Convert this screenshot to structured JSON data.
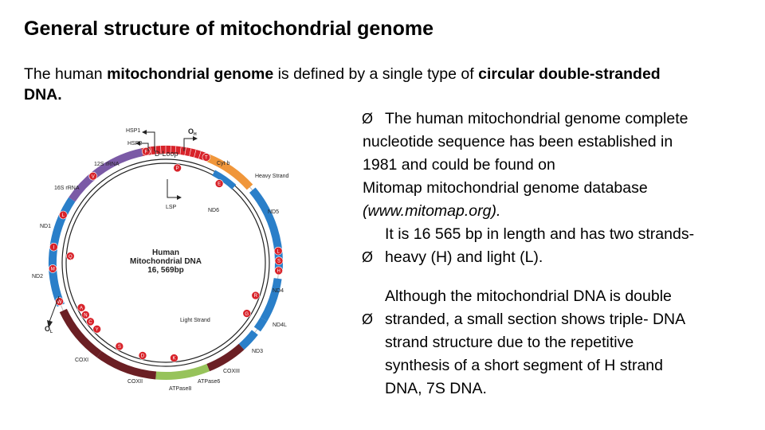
{
  "slide": {
    "title": "General structure of mitochondrial  genome",
    "intro": {
      "part1": "The human  ",
      "bold1": "mitochondrial genome",
      "part2": " is defined by  a single type of ",
      "bold2": "circular double-stranded",
      "bold3": "DNA."
    },
    "bullets": [
      {
        "arrow": "Ø",
        "lines": [
          "The human  mitochondrial genome complete",
          "nucleotide sequence has been established in",
          "1981 and could be found on",
          "Mitomap mitochondrial genome database",
          "(www.mitomap.org)."
        ]
      },
      {
        "arrow": "Ø",
        "lines": [
          "It is 16 565 bp in length and has two strands-",
          "heavy (H) and light (L)."
        ]
      },
      {
        "arrow": "Ø",
        "lines": [
          "Although the mitochondrial DNA is double",
          "stranded, a small section shows triple- DNA",
          "strand structure due to the repetitive",
          "synthesis of a short segment of H strand",
          "DNA, 7S DNA."
        ]
      }
    ]
  },
  "diagram": {
    "center_title": "Human",
    "center_sub": "Mitochondrial DNA",
    "center_len": "16, 569bp",
    "labels": {
      "hsp1": "HSP1",
      "hsp2": "HSP2",
      "oh": "O",
      "oh_sub": "H",
      "dloop": "D-Loop",
      "cytb": "Cyt b",
      "heavy": "Heavy Strand",
      "s12": "12S rRNA",
      "s16": "16S rRNA",
      "lsp": "LSP",
      "nd1": "ND1",
      "nd2": "ND2",
      "nd3": "ND3",
      "nd4": "ND4",
      "nd4l": "ND4L",
      "nd5": "ND5",
      "nd6": "ND6",
      "light": "Light Strand",
      "ol": "O",
      "ol_sub": "L",
      "coxi": "COXI",
      "coxii": "COXII",
      "coxiii": "COXIII",
      "atp8": "ATPase8",
      "atp6": "ATPase6"
    },
    "trnas": [
      {
        "letter": "F",
        "angle": -100
      },
      {
        "letter": "V",
        "angle": -130
      },
      {
        "letter": "L",
        "angle": -155
      },
      {
        "letter": "I",
        "angle": -172
      },
      {
        "letter": "M",
        "angle": -183
      },
      {
        "letter": "Q",
        "angle": -176,
        "inner": true
      },
      {
        "letter": "W",
        "angle": -200
      },
      {
        "letter": "A",
        "angle": -208,
        "inner": true
      },
      {
        "letter": "N",
        "angle": -213,
        "inner": true
      },
      {
        "letter": "C",
        "angle": -218,
        "inner": true
      },
      {
        "letter": "Y",
        "angle": -224,
        "inner": true
      },
      {
        "letter": "S",
        "angle": -241,
        "inner": true
      },
      {
        "letter": "D",
        "angle": -256,
        "inner": true
      },
      {
        "letter": "K",
        "angle": -275,
        "inner": true
      },
      {
        "letter": "G",
        "angle": 32,
        "inner": true
      },
      {
        "letter": "R",
        "angle": 20,
        "inner": true
      },
      {
        "letter": "H",
        "angle": 4
      },
      {
        "letter": "S",
        "angle": -1
      },
      {
        "letter": "L",
        "angle": -6
      },
      {
        "letter": "E",
        "angle": -56,
        "inner": true
      },
      {
        "letter": "T",
        "angle": -69
      },
      {
        "letter": "P",
        "angle": -83,
        "inner": true
      }
    ],
    "colors": {
      "dloop": "#d8232a",
      "rrna": "#7b5aa6",
      "nd": "#2a7fc9",
      "cytb": "#f0963a",
      "cox": "#6b1f24",
      "atp": "#97c35b",
      "trna": "#d8232a"
    }
  }
}
